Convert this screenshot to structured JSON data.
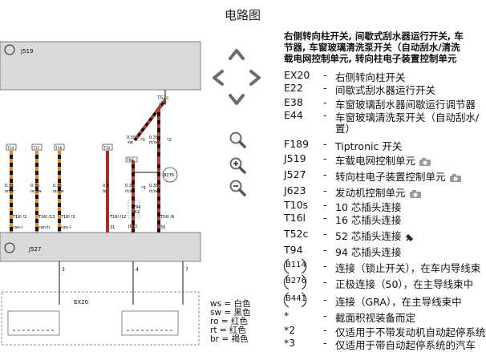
{
  "page": {
    "title": "电路图"
  },
  "diagram": {
    "j519_label": "J519",
    "j527_label": "J527",
    "ex20_label": "EX20",
    "t52c_label": "T52c",
    "t52c_pin": "/14",
    "j623_label": "J623",
    "b276_label": "B276",
    "fuse_labels": [
      "T14",
      "T17",
      "T16",
      "T10"
    ],
    "wire_sizes": [
      "0.35",
      "0.35",
      "0.35",
      "0.5",
      "0.35",
      "0.35"
    ],
    "wire_colors": [
      "ortbr",
      "or/sw",
      "or/sw",
      "br",
      "rt/sw",
      "rt/sw"
    ],
    "connector_labels": [
      "T16l /2",
      "T16l /13",
      "T16l /3",
      "T16l /12",
      "T16l /6"
    ],
    "connector_sub": [
      "can-l",
      "can-h",
      "can-l",
      "31",
      "50"
    ],
    "t94_label": "T94",
    "t94_pin": "/42",
    "nums_bottom": [
      "3",
      "4",
      "7"
    ],
    "marks": [
      "*3",
      "*2",
      "*3"
    ],
    "sw_small": [
      "0.35",
      "0.35",
      "0.35"
    ],
    "sw_small2": [
      "sw",
      "rt/sw",
      "rt/sw"
    ],
    "sq_label": "T80"
  },
  "nav": {
    "up": "chevron-up-icon",
    "left": "chevron-left-icon",
    "right": "chevron-right-icon",
    "down": "chevron-down-icon",
    "zoom_fit": "zoom-fit-icon",
    "zoom_in": "zoom-in-icon",
    "zoom_out": "zoom-out-icon"
  },
  "legend": {
    "heading_lines": [
      "右侧转向柱开关, 间歇式刮水器运行开关, 车",
      "节器, 车窗玻璃清洗泵开关（自动刮水/清洗",
      "载电网控制单元, 转向柱电子装置控制单元"
    ],
    "items": [
      {
        "code": "EX20",
        "dash": "-",
        "desc": "右侧转向柱开关",
        "desc2": ""
      },
      {
        "code": "E22",
        "dash": "-",
        "desc": "间歇式刮水器运行开关",
        "desc2": ""
      },
      {
        "code": "E38",
        "dash": "-",
        "desc": "车窗玻璃刮水器间歇运行调节器",
        "desc2": ""
      },
      {
        "code": "E44",
        "dash": "-",
        "desc": "车窗玻璃清洗泵开关（自动刮水/",
        "desc2": "置）"
      },
      {
        "code": "F189",
        "dash": "-",
        "desc": "Tiptronic 开关",
        "desc2": ""
      },
      {
        "code": "J519",
        "dash": "-",
        "desc": "车载电网控制单元",
        "desc2": ""
      },
      {
        "code": "J527",
        "dash": "-",
        "desc": "转向柱电子装置控制单元",
        "desc2": ""
      },
      {
        "code": "J623",
        "dash": "-",
        "desc": "发动机控制单元",
        "desc2": ""
      },
      {
        "code": "T10s",
        "dash": "-",
        "desc": "10 芯插头连接",
        "desc2": ""
      },
      {
        "code": "T16l",
        "dash": "-",
        "desc": "16 芯插头连接",
        "desc2": ""
      },
      {
        "code": "T52c",
        "dash": "-",
        "desc": "52 芯插头连接",
        "desc2": ""
      },
      {
        "code": "T94",
        "dash": "-",
        "desc": "94 芯插头连接",
        "desc2": ""
      },
      {
        "code": "B114",
        "dash": "-",
        "desc": "连接（锁止开关），在车内导线束",
        "desc2": ""
      },
      {
        "code": "B276",
        "dash": "-",
        "desc": "正极连接（50），在主导线束中",
        "desc2": ""
      },
      {
        "code": "B441",
        "dash": "-",
        "desc": "连接（GRA），在主导线束中",
        "desc2": ""
      },
      {
        "code": "*",
        "dash": "-",
        "desc": "截面积视装备而定",
        "desc2": ""
      },
      {
        "code": "*2",
        "dash": "-",
        "desc": "仅适用于不带发动机自动起停系统",
        "desc2": ""
      },
      {
        "code": "*3",
        "dash": "-",
        "desc": "仅适用于带自动起停系统的汽车",
        "desc2": ""
      }
    ]
  },
  "color_key": [
    {
      "abbr": "ws",
      "name": "白色"
    },
    {
      "abbr": "sw",
      "name": "黑色"
    },
    {
      "abbr": "ro",
      "name": "红色"
    },
    {
      "abbr": "rt",
      "name": "红色"
    },
    {
      "abbr": "br",
      "name": "褐色"
    }
  ],
  "colors": {
    "wire_red": "#c0392b",
    "wire_black": "#111111",
    "wire_orange": "#e08a2c",
    "panel_gray": "#d9d9d9",
    "nav_gray": "#6b6b6b"
  }
}
